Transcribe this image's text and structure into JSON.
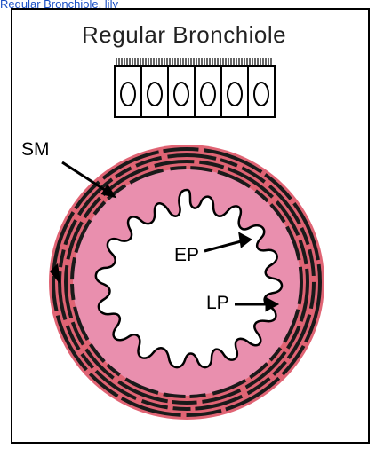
{
  "caption": "Regular Bronchiole, lily",
  "title": "Regular Bronchiole",
  "labels": {
    "sm": "SM",
    "ep": "EP",
    "lp": "LP"
  },
  "colors": {
    "smooth_muscle": "#d94b5c",
    "lamina_propria": "#e58aa8",
    "outline": "#000000"
  }
}
